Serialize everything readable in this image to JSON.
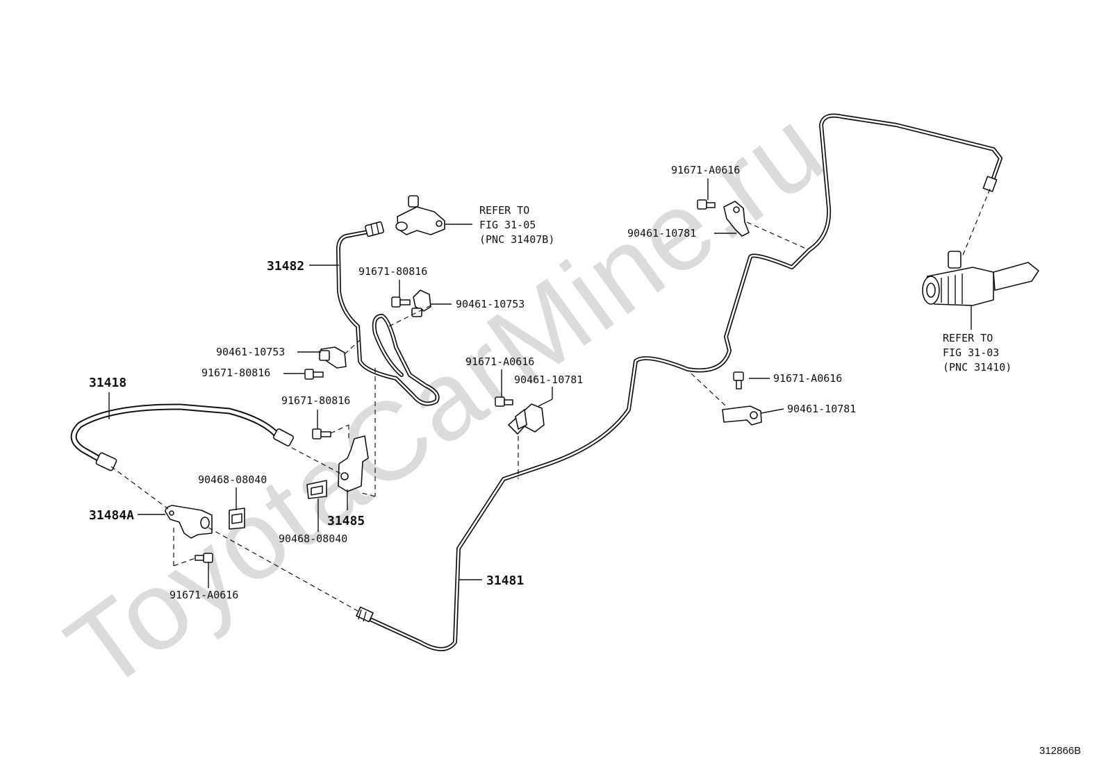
{
  "watermark": "ToyotaCarMine.ru",
  "figure_id": "312866B",
  "parts": {
    "p31482": "31482",
    "p31418": "31418",
    "p31484a": "31484A",
    "p31485": "31485",
    "p31481": "31481",
    "bolt_80816_a": "91671-80816",
    "clamp_10753_a": "90461-10753",
    "clamp_10753_b": "90461-10753",
    "bolt_80816_b": "91671-80816",
    "bolt_80816_c": "91671-80816",
    "clip_08040_a": "90468-08040",
    "clip_08040_b": "90468-08040",
    "bolt_a0616_a": "91671-A0616",
    "bolt_a0616_b": "91671-A0616",
    "bolt_a0616_c": "91671-A0616",
    "bolt_a0616_d": "91671-A0616",
    "clamp_10781_a": "90461-10781",
    "clamp_10781_b": "90461-10781",
    "clamp_10781_c": "90461-10781"
  },
  "refs": {
    "ref1": {
      "line1": "REFER TO",
      "line2": "FIG 31-05",
      "line3": "(PNC 31407B)"
    },
    "ref2": {
      "line1": "REFER TO",
      "line2": "FIG 31-03",
      "line3": "(PNC 31410)"
    }
  }
}
